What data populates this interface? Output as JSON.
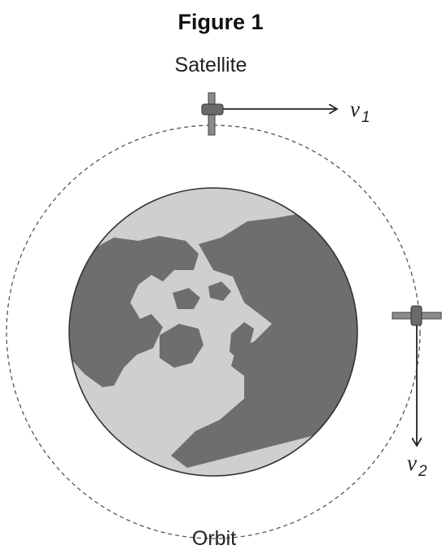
{
  "figure": {
    "title": "Figure 1",
    "satellite_label": "Satellite",
    "orbit_label": "Orbit",
    "velocity_1": {
      "symbol": "v",
      "subscript": "1"
    },
    "velocity_2": {
      "symbol": "v",
      "subscript": "2"
    }
  },
  "colors": {
    "ocean": "#cfcfcf",
    "land": "#6e6e6e",
    "outline": "#333333",
    "orbit": "#555555"
  }
}
